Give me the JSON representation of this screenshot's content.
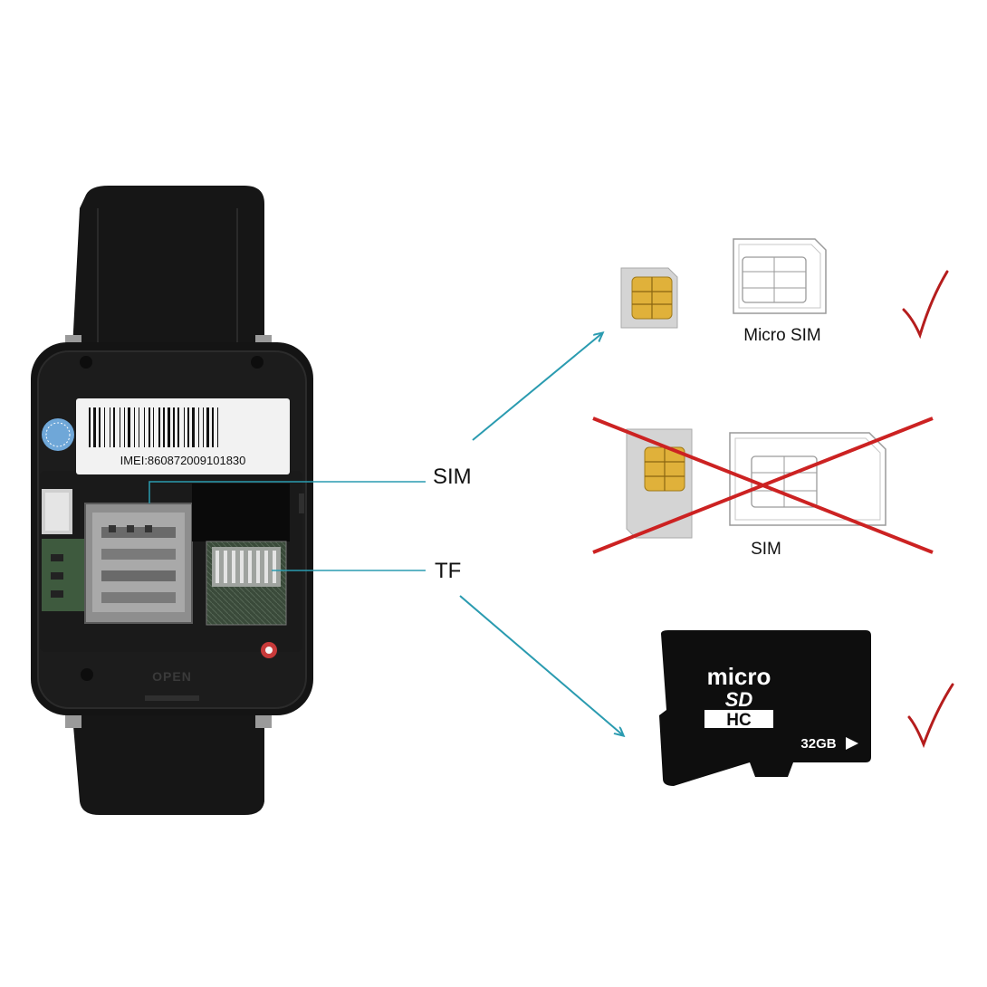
{
  "watch": {
    "imei_text": "IMEI:860872009101830",
    "open_text": "OPEN"
  },
  "labels": {
    "sim": "SIM",
    "tf": "TF"
  },
  "cards": {
    "micro_sim_label": "Micro SIM",
    "sim_label": "SIM",
    "micro_sd": {
      "brand_line1": "micro",
      "brand_line2": "SD",
      "brand_line3": "HC",
      "capacity": "32GB"
    }
  },
  "colors": {
    "arrow": "#2a9bb0",
    "cross": "#cc2222",
    "check": "#b51d1d",
    "gold_chip": "#e0b13a"
  },
  "icons": [
    "check-icon",
    "cross-out-icon",
    "arrow-icon",
    "play-triangle-icon"
  ]
}
